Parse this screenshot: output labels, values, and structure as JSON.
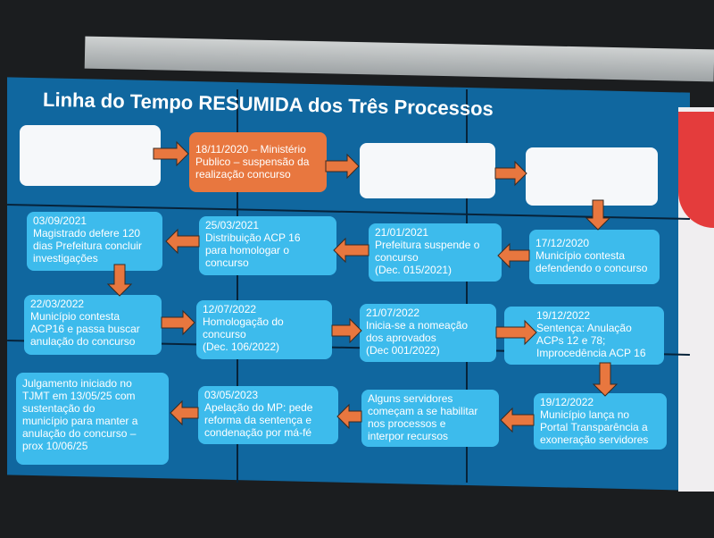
{
  "title": "Linha do Tempo RESUMIDA dos Três Processos",
  "boxes": [
    {
      "lines": [
        "18/11/2020 – Ministério",
        "Publico – suspensão da",
        "realização concurso"
      ]
    },
    {
      "lines": [
        "03/09/2021",
        "Magistrado defere 120",
        "dias Prefeitura concluir",
        "investigações"
      ]
    },
    {
      "lines": [
        "25/03/2021",
        "Distribuição ACP 16",
        "para homologar o",
        "concurso"
      ]
    },
    {
      "lines": [
        "21/01/2021",
        "Prefeitura suspende o",
        "concurso",
        "(Dec. 015/2021)"
      ]
    },
    {
      "lines": [
        "17/12/2020",
        "Município contesta",
        "defendendo o concurso"
      ]
    },
    {
      "lines": [
        "22/03/2022",
        "Município contesta",
        "ACP16 e passa buscar",
        "anulação do concurso"
      ]
    },
    {
      "lines": [
        "12/07/2022",
        "Homologação do",
        "concurso",
        "(Dec. 106/2022)"
      ]
    },
    {
      "lines": [
        "21/07/2022",
        "Inicia-se a nomeação",
        "dos aprovados",
        "(Dec 001/2022)"
      ]
    },
    {
      "lines": [
        "19/12/2022",
        "Sentença: Anulação",
        "ACPs 12 e 78;",
        "Improcedência ACP 16"
      ]
    },
    {
      "lines": [
        "Julgamento iniciado no",
        "TJMT em 13/05/25 com",
        "sustentação do",
        "município para manter a",
        "anulação do concurso –",
        "prox 10/06/25"
      ]
    },
    {
      "lines": [
        "03/05/2023",
        "Apelação do MP: pede",
        "reforma da sentença e",
        "condenação por má-fé"
      ]
    },
    {
      "lines": [
        "Alguns servidores",
        "começam a se habilitar",
        "nos processos e",
        "interpor recursos"
      ]
    },
    {
      "lines": [
        "19/12/2022",
        "Município lança no",
        "Portal Transparência a",
        "exoneração servidores"
      ]
    }
  ],
  "colors": {
    "screen": "#10679f",
    "box": "#3dbbec",
    "highlight": "#e8773f",
    "arrow": "#e8773f"
  }
}
